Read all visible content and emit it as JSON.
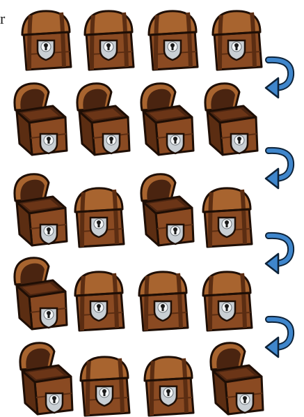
{
  "edge_text": "r",
  "colors": {
    "wood": "#8a4a22",
    "wood_dark": "#5b2d12",
    "wood_light": "#a8642f",
    "lid_inner": "#4a2410",
    "outline": "#1e0e05",
    "lock_plate": "#c9cfd4",
    "lock_hole": "#1a1a1a",
    "arrow": "#3f86cc",
    "arrow_outline": "#0d2238"
  },
  "rows": [
    {
      "chests": [
        "closed",
        "closed",
        "closed",
        "closed"
      ],
      "arrow_after": true
    },
    {
      "chests": [
        "open",
        "open",
        "open",
        "open"
      ],
      "arrow_after": true
    },
    {
      "chests": [
        "open",
        "closed",
        "open",
        "closed"
      ],
      "arrow_after": true
    },
    {
      "chests": [
        "open",
        "closed",
        "closed",
        "closed"
      ],
      "arrow_after": true
    },
    {
      "chests": [
        "open",
        "closed",
        "closed",
        "open"
      ],
      "arrow_after": false
    }
  ],
  "icons": {
    "chest": "treasure-chest-icon",
    "arrow": "curved-arrow-icon"
  }
}
